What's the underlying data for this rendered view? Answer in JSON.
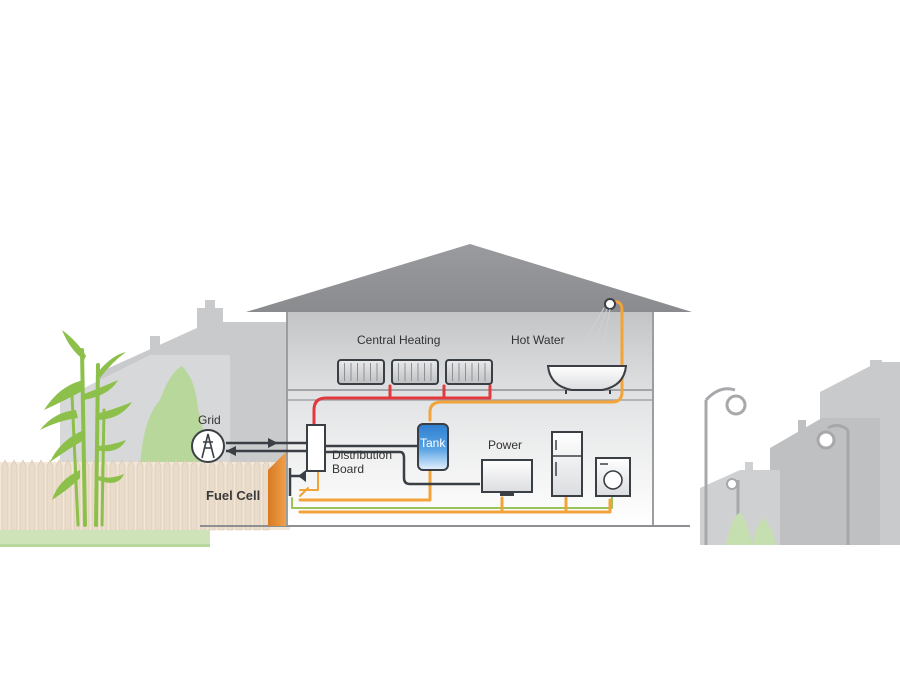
{
  "labels": {
    "central_heating": "Central Heating",
    "hot_water": "Hot Water",
    "grid": "Grid",
    "distribution_line1": "Distribution",
    "distribution_line2": "Board",
    "tank": "Tank",
    "power": "Power",
    "fuel_cell": "Fuel Cell"
  },
  "colors": {
    "hot_pipe": "#e0393e",
    "warm_pipe": "#f2a33a",
    "green_pipe": "#9cc35a",
    "electric_line": "#3a3f45",
    "fuel_cell": "#e8892b",
    "background_buildings": "#c7c8ca",
    "bamboo": "#8cc04a",
    "fence": "#eadccb"
  }
}
